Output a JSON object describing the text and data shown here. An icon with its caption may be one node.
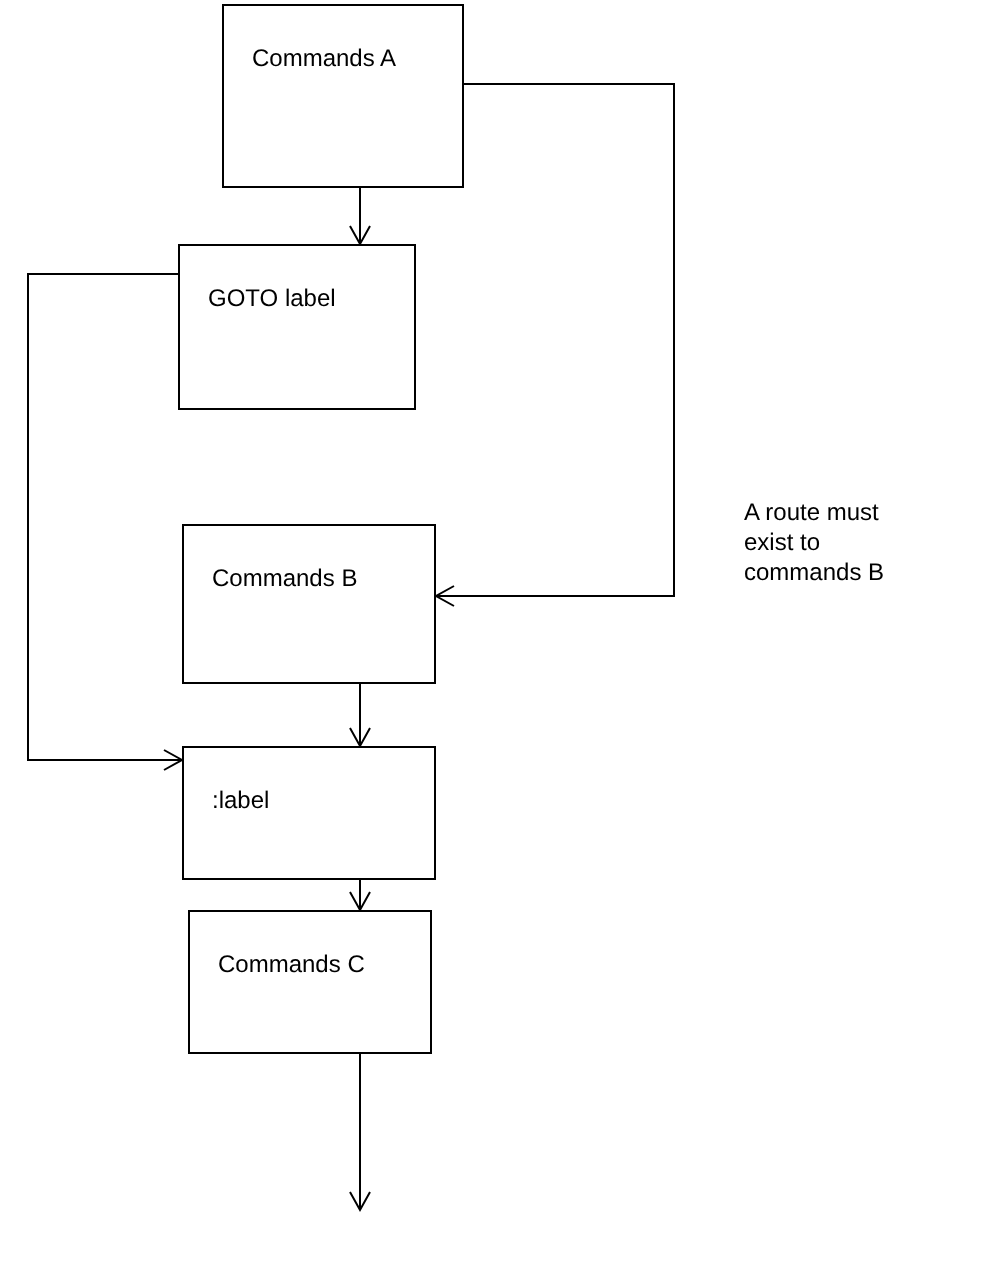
{
  "diagram": {
    "nodes": [
      {
        "text": [
          "Commands A"
        ]
      },
      {
        "text": [
          "GOTO label"
        ]
      },
      {
        "text": [
          "Commands B"
        ]
      },
      {
        "text": [
          ":label"
        ]
      },
      {
        "text": [
          "Commands C"
        ]
      }
    ],
    "edges": [
      {
        "from": 0,
        "to": 1,
        "arrow": "to"
      },
      {
        "from": 0,
        "to": 2,
        "arrow": "to"
      },
      {
        "from": 2,
        "to": 3,
        "arrow": "to"
      },
      {
        "from": 1,
        "to": 3,
        "arrow": "to"
      },
      {
        "from": 3,
        "to": 4,
        "arrow": "to"
      },
      {
        "from": 4,
        "to": null,
        "arrow": "to"
      }
    ],
    "labels": [
      "A route must exist to commands B"
    ]
  }
}
